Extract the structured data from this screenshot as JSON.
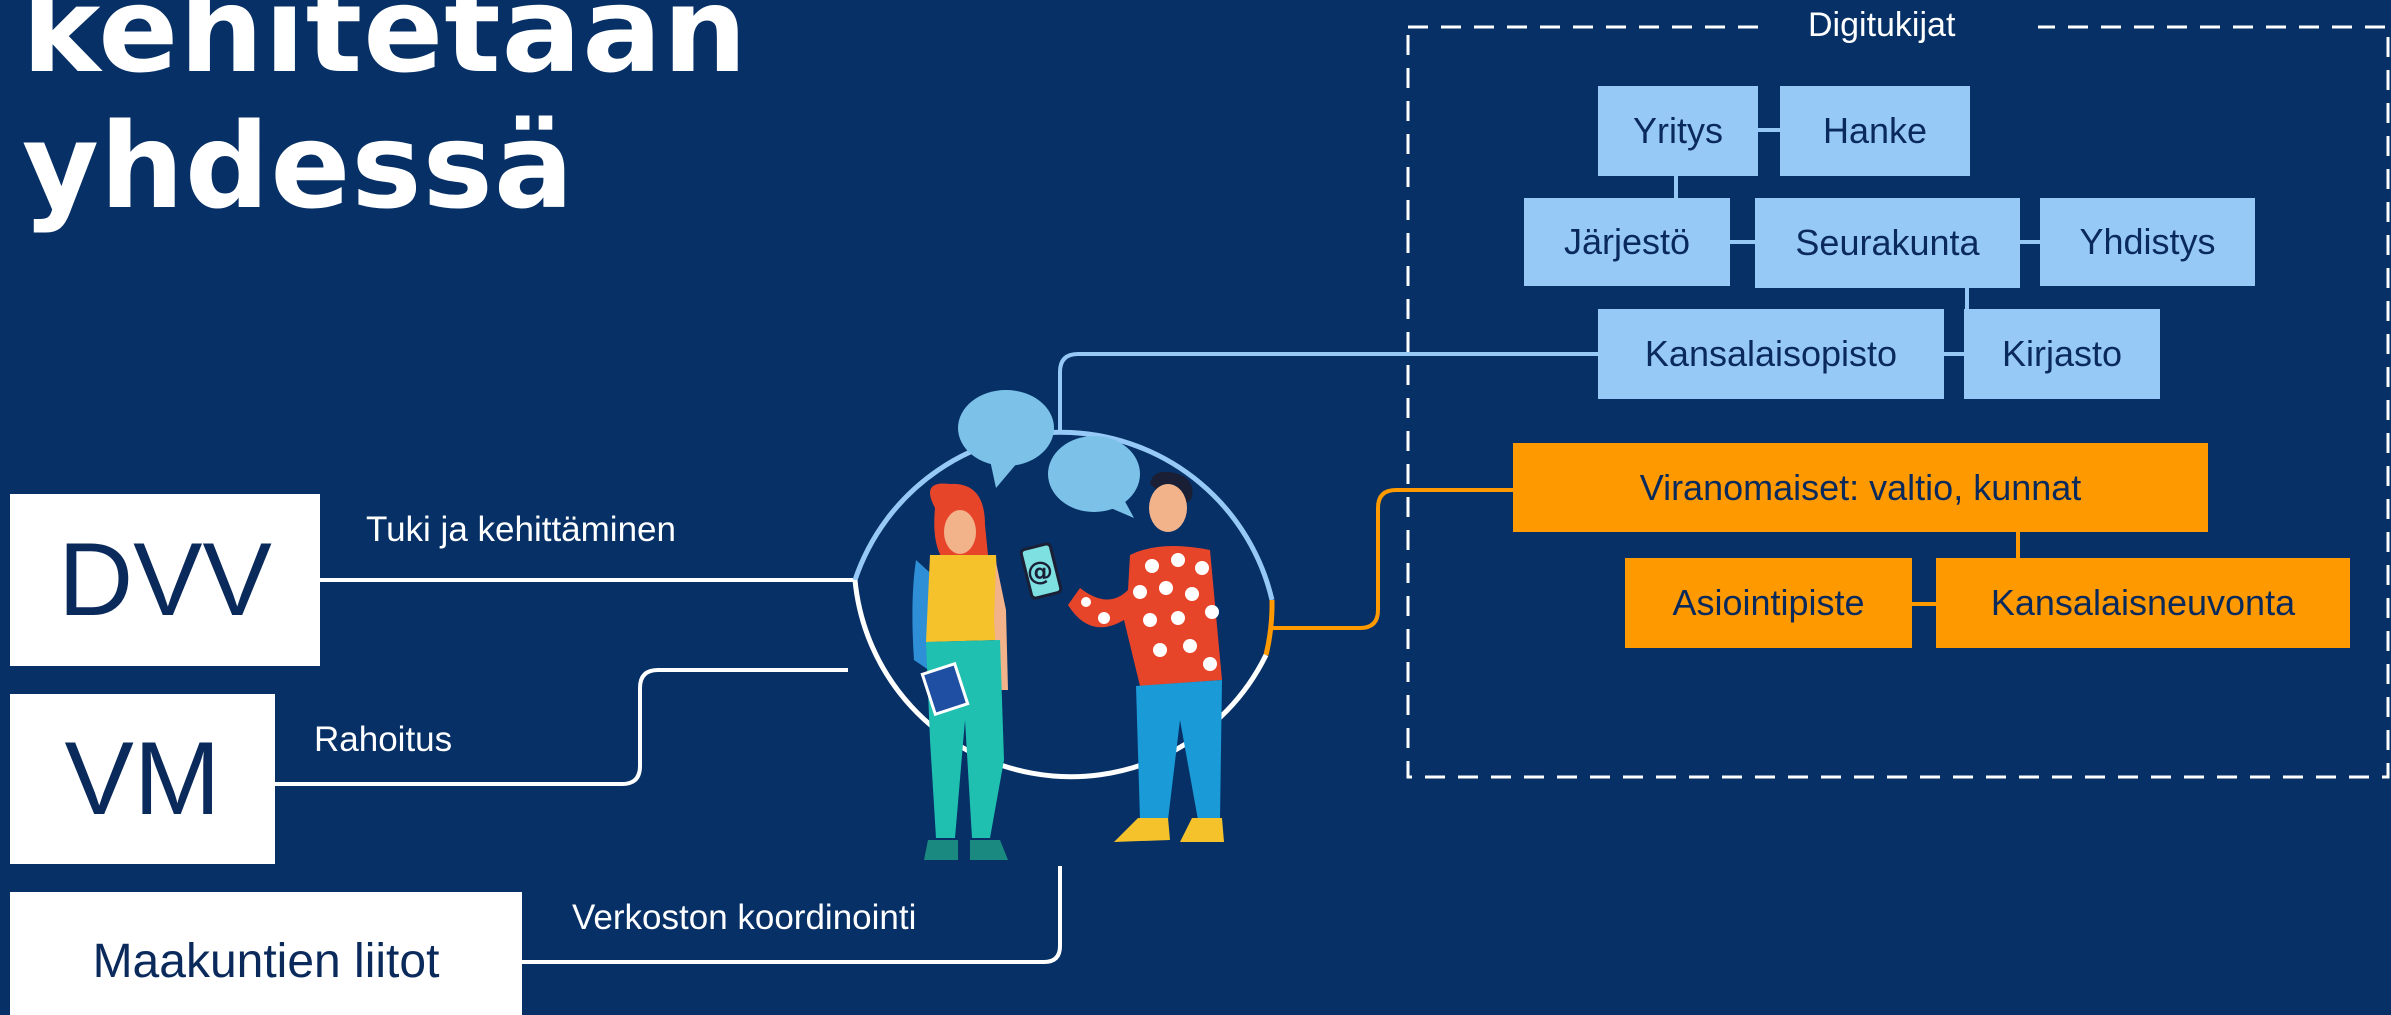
{
  "title": {
    "line1": "kehitetään",
    "line2": "yhdessä"
  },
  "orgs": {
    "dvv": "DVV",
    "vm": "VM",
    "maakunnat": "Maakuntien liitot"
  },
  "roles": {
    "tuki": "Tuki ja kehittäminen",
    "rahoitus": "Rahoitus",
    "koordinointi": "Verkoston koordinointi"
  },
  "digitukijat": {
    "title": "Digitukijat",
    "blue": {
      "yritys": "Yritys",
      "hanke": "Hanke",
      "jarjesto": "Järjestö",
      "seurakunta": "Seurakunta",
      "yhdistys": "Yhdistys",
      "kansalaisopisto": "Kansalaisopisto",
      "kirjasto": "Kirjasto"
    },
    "orange": {
      "viranomaiset": "Viranomaiset: valtio, kunnat",
      "asiointipiste": "Asiointipiste",
      "kansalaisneuvonta": "Kansalaisneuvonta"
    }
  },
  "illustration": {
    "phone_symbol": "@"
  },
  "colors": {
    "background": "#063066",
    "light_blue": "#96c9f5",
    "orange": "#ff9900",
    "white": "#ffffff"
  }
}
